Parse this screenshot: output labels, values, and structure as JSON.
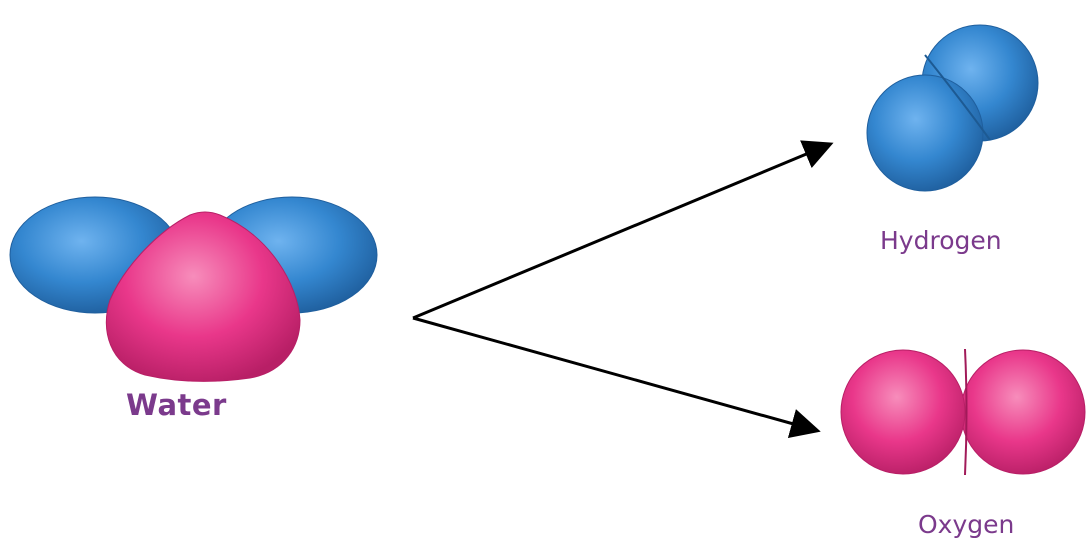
{
  "labels": {
    "water": "Water",
    "hydrogen": "Hydrogen",
    "oxygen": "Oxygen"
  },
  "colors": {
    "hydrogen_atom": "#2f7fc8",
    "oxygen_atom": "#e8327f",
    "label_text": "#7b3a8c",
    "arrow": "#000000"
  },
  "icons": {
    "water_molecule": "water-molecule-icon",
    "hydrogen_molecule": "hydrogen-molecule-icon",
    "oxygen_molecule": "oxygen-molecule-icon",
    "arrow_to_hydrogen": "arrow-right-icon",
    "arrow_to_oxygen": "arrow-right-icon"
  }
}
